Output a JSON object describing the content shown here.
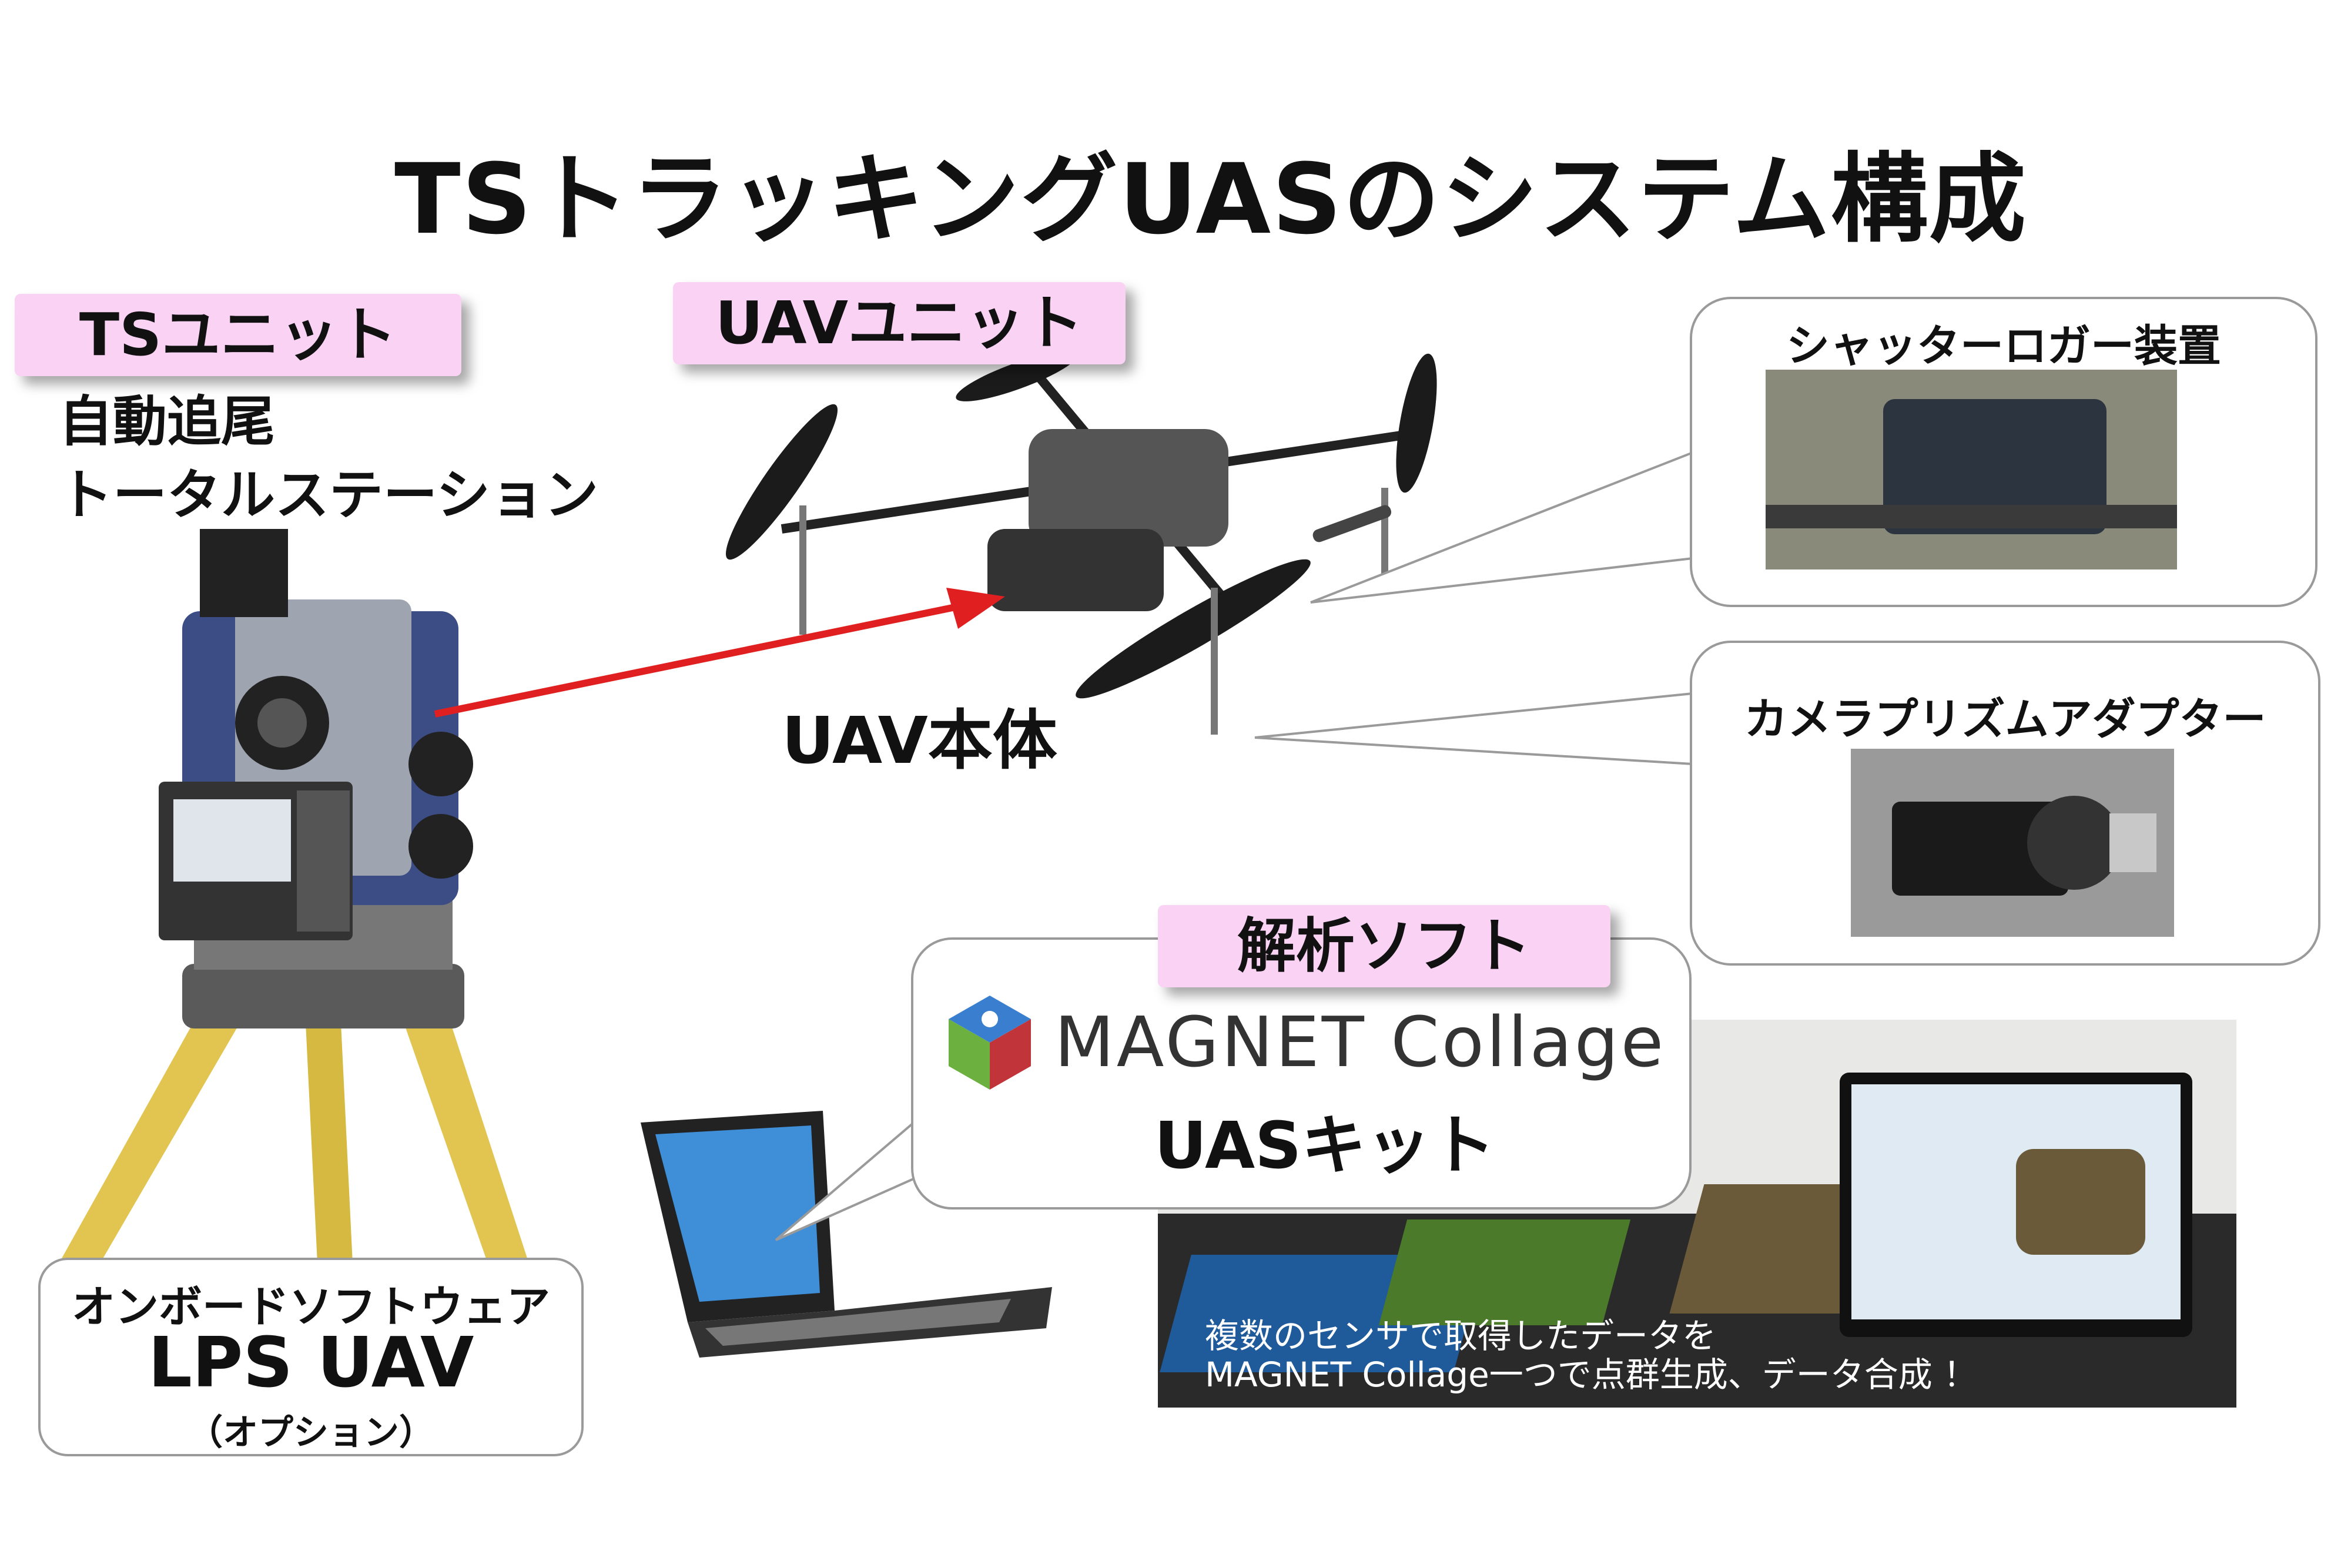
{
  "title": "TSトラッキングUASのシステム構成",
  "ts_unit": {
    "label": "TSユニット",
    "desc_line1": "自動追尾",
    "desc_line2": "トータルステーション"
  },
  "uav_unit": {
    "label": "UAVユニット",
    "body_label": "UAV本体"
  },
  "callouts": {
    "shutter_logger": "シャッターロガー装置",
    "camera_prism": "カメラプリズムアダプター"
  },
  "software": {
    "label": "解析ソフト",
    "logo_text": "MAGNET Collage",
    "kit": "UASキット",
    "screenshot_caption_line1": "複数のセンサで取得したデータを",
    "screenshot_caption_line2": "MAGNET Collage一つで点群生成、データ合成 ！"
  },
  "onboard": {
    "top": "オンボードソフトウェア",
    "main": "LPS UAV",
    "option": "（オプション）"
  },
  "colors": {
    "label_bg": "#f9d2f4",
    "arrow": "#e02020"
  }
}
